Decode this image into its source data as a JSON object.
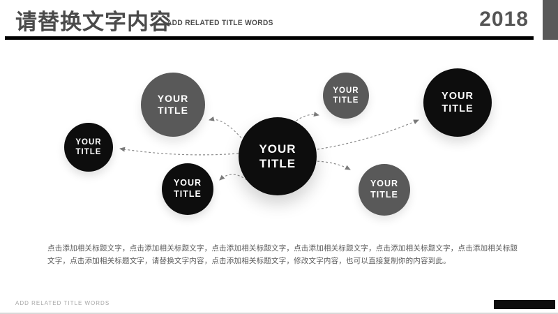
{
  "header": {
    "title_zh": "请替换文字内容",
    "title_en": "ADD RELATED TITLE WORDS",
    "year": "2018"
  },
  "diagram": {
    "circles": [
      {
        "id": "center",
        "label": "YOUR TITLE",
        "color": "#0d0d0d"
      },
      {
        "id": "top-left",
        "label": "YOUR TITLE",
        "color": "#595959"
      },
      {
        "id": "left",
        "label": "YOUR TITLE",
        "color": "#0d0d0d"
      },
      {
        "id": "bottom-center",
        "label": "YOUR TITLE",
        "color": "#0d0d0d"
      },
      {
        "id": "top-right",
        "label": "YOUR TITLE",
        "color": "#595959"
      },
      {
        "id": "right",
        "label": "YOUR TITLE",
        "color": "#0d0d0d"
      },
      {
        "id": "bottom-right",
        "label": "YOUR TITLE",
        "color": "#595959"
      }
    ],
    "arrow_color": "#8c8c8c"
  },
  "body_text": "点击添加相关标题文字，点击添加相关标题文字，点击添加相关标题文字，点击添加相关标题文字，点击添加相关标题文字，点击添加相关标题文字，点击添加相关标题文字，请替换文字内容，点击添加相关标题文字，修改文字内容，也可以直接复制你的内容到此。",
  "footer": {
    "left_text": "ADD RELATED TITLE WORDS"
  },
  "colors": {
    "title_text": "#4a4a4a",
    "year_text": "#555555",
    "accent_bar": "#595959",
    "header_line": "#000000",
    "circle_black": "#0d0d0d",
    "circle_gray": "#595959",
    "body_text": "#595959",
    "footer_text": "#a6a6a6",
    "footer_block": "#0d0d0d"
  }
}
